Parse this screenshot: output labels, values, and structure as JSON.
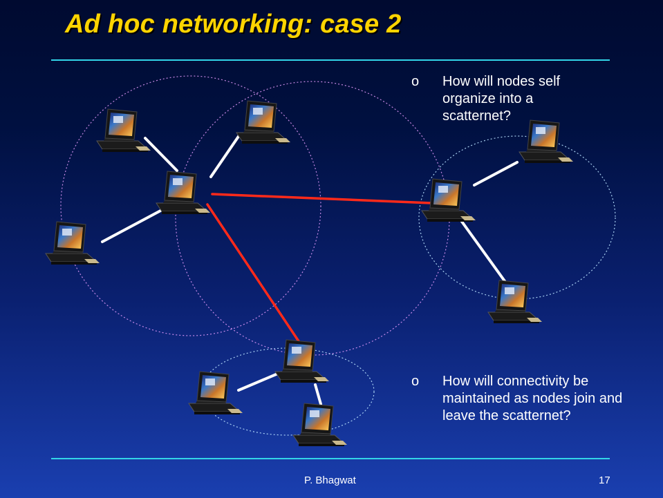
{
  "slide": {
    "title": "Ad hoc networking: case 2",
    "bullets": [
      {
        "mark": "o",
        "text": "How will nodes self organize into a scatternet?"
      },
      {
        "mark": "o",
        "text": "How will connectivity be maintained as nodes join and leave the scatternet?"
      }
    ],
    "footer": {
      "author": "P. Bhagwat",
      "page": "17"
    }
  },
  "colors": {
    "title": "#ffd400",
    "rule": "#33d6e8",
    "link": "#ffffff",
    "bridge_link": "#ff2a1a",
    "piconet_range_magenta": "#e79cff",
    "piconet_range_blue": "#b9e2ff"
  },
  "diagram": {
    "node_icon": "laptop-icon",
    "node_count": 10,
    "piconet_count": 4
  }
}
